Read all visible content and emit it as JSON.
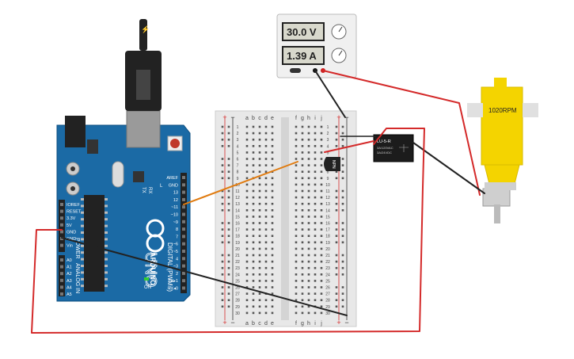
{
  "power_supply": {
    "voltage": "30.0 V",
    "current": "1.39 A"
  },
  "motor": {
    "label": "1020RPM"
  },
  "relay": {
    "model": "LU-5-R",
    "spec1": "3A/120VAC",
    "spec2": "3A/24VDC"
  },
  "transistor": {
    "label": "NPN"
  },
  "breadboard": {
    "columns_left": [
      "a",
      "b",
      "c",
      "d",
      "e"
    ],
    "columns_right": [
      "f",
      "g",
      "h",
      "i",
      "j"
    ],
    "row_count": 30
  },
  "arduino": {
    "brand": "ARDUINO",
    "model": "UNO",
    "on_label": "ON",
    "digital_label": "DIGITAL (PWM~)",
    "power_header_label": "POWER",
    "analog_header_label": "ANALOG IN",
    "aref": "AREF",
    "gnd": "GND",
    "digital_pins": [
      "13",
      "12",
      "~11",
      "~10",
      "~9",
      "8",
      "7",
      "~6",
      "~5",
      "4",
      "~3",
      "2",
      "TX▸1",
      "RX◂0"
    ],
    "power_pins": [
      "IOREF",
      "RESET",
      "3.3V",
      "5V",
      "GND",
      "GND",
      "Vin"
    ],
    "analog_pins": [
      "A0",
      "A1",
      "A2",
      "A3",
      "A4",
      "A5"
    ],
    "tx": "TX",
    "rx": "RX",
    "l": "L"
  },
  "colors": {
    "board": "#1b6aa5",
    "motor_yellow": "#f4d400",
    "wire_red": "#d42a2a",
    "wire_black": "#222222",
    "wire_orange": "#e07b10"
  }
}
